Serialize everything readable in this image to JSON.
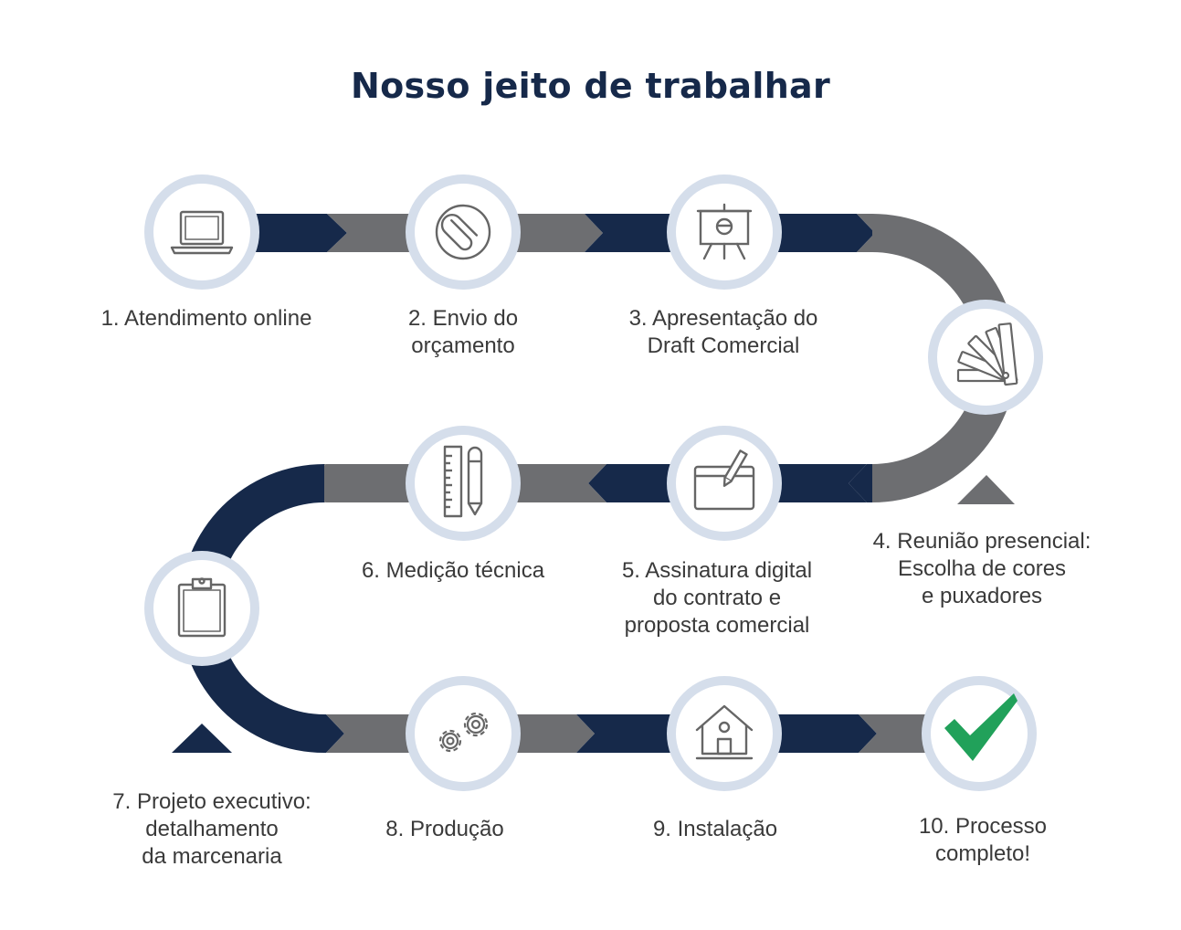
{
  "title": "Nosso jeito de trabalhar",
  "colors": {
    "navy": "#16294a",
    "gray": "#6d6e71",
    "ring": "#d5deeb",
    "icon": "#666666",
    "check": "#21a15a",
    "text": "#3a3a3a"
  },
  "steps": [
    {
      "icon": "laptop-icon",
      "lines": [
        "1. Atendimento online"
      ]
    },
    {
      "icon": "paperclip-icon",
      "lines": [
        "2. Envio do",
        "orçamento"
      ]
    },
    {
      "icon": "presentation-board-icon",
      "lines": [
        "3. Apresentação do",
        "Draft Comercial"
      ]
    },
    {
      "icon": "color-swatch-icon",
      "lines": [
        "4. Reunião presencial:",
        "Escolha de cores",
        "e puxadores"
      ]
    },
    {
      "icon": "drawing-tablet-icon",
      "lines": [
        "5. Assinatura digital",
        "do contrato e",
        "proposta comercial"
      ]
    },
    {
      "icon": "ruler-pencil-icon",
      "lines": [
        "6. Medição técnica"
      ]
    },
    {
      "icon": "clipboard-icon",
      "lines": [
        "7. Projeto executivo:",
        "detalhamento",
        "da marcenaria"
      ]
    },
    {
      "icon": "gears-icon",
      "lines": [
        "8. Produção"
      ]
    },
    {
      "icon": "house-icon",
      "lines": [
        "9. Instalação"
      ]
    },
    {
      "icon": "checkmark-icon",
      "lines": [
        "10. Processo",
        "completo!"
      ]
    }
  ]
}
